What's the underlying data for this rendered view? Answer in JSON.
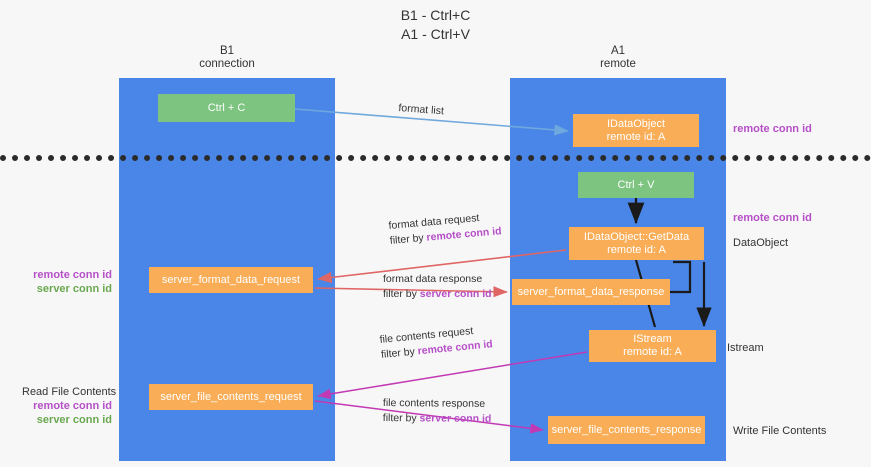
{
  "title": "B1 - Ctrl+C\nA1 - Ctrl+V",
  "title_line1": "B1 - Ctrl+C",
  "title_line2": "A1 - Ctrl+V",
  "lanes": [
    {
      "name": "b1",
      "line1": "B1",
      "line2": "connection"
    },
    {
      "name": "a1",
      "line1": "A1",
      "line2": "remote"
    }
  ],
  "nodes": {
    "ctrl_c": {
      "line1": "Ctrl + C",
      "line2": "",
      "color": "#7cc47f"
    },
    "idataobject": {
      "line1": "IDataObject",
      "line2": "remote id: A",
      "color": "#f9ad57"
    },
    "ctrl_v": {
      "line1": "Ctrl + V",
      "line2": "",
      "color": "#7cc47f"
    },
    "getdata": {
      "line1": "IDataObject::GetData",
      "line2": "remote id: A",
      "color": "#f9ad57"
    },
    "server_format_data_request": {
      "line1": "server_format_data_request",
      "line2": "",
      "color": "#f9ad57"
    },
    "server_format_data_response": {
      "line1": "server_format_data_response",
      "line2": "",
      "color": "#f9ad57"
    },
    "istream": {
      "line1": "IStream",
      "line2": "remote id: A",
      "color": "#f9ad57"
    },
    "server_file_contents_request": {
      "line1": "server_file_contents_request",
      "line2": "",
      "color": "#f9ad57"
    },
    "server_file_contents_response": {
      "line1": "server_file_contents_response",
      "line2": "",
      "color": "#f9ad57"
    }
  },
  "captions": {
    "format_list": {
      "line1": "format list",
      "line2": "",
      "key": ""
    },
    "format_data_request": {
      "line1": "format data request",
      "line2_prefix": "filter by ",
      "key": "remote conn id"
    },
    "format_data_response": {
      "line1": "format data response",
      "line2_prefix": "filter by ",
      "key": "server conn id"
    },
    "file_contents_request": {
      "line1": "file contents request",
      "line2_prefix": "filter by ",
      "key": "remote conn id"
    },
    "file_contents_response": {
      "line1": "file contents response",
      "line2_prefix": "filter by ",
      "key": "server conn id"
    }
  },
  "side_labels": {
    "remote_conn_id_top": "remote conn id",
    "remote_conn_id_mid": "remote conn id",
    "dataobject": "DataObject",
    "istream": "Istream",
    "write_file_contents": "Write File Contents",
    "read_file_contents": "Read File Contents",
    "left_remote_conn_id_1": "remote conn id",
    "left_server_conn_id_1": "server conn id",
    "left_remote_conn_id_2": "remote conn id",
    "left_server_conn_id_2": "server conn id"
  },
  "colors": {
    "lane": "#4a86e8",
    "green_node": "#7cc47f",
    "orange_node": "#f9ad57",
    "pink_key": "#b64fc8",
    "green_key": "#6aa84f",
    "arrow_blue": "#6fa8dc",
    "arrow_red": "#e06666",
    "arrow_magenta": "#c239b3",
    "arrow_dark": "#1a1a1a",
    "background": "#f7f7f7",
    "divider": "#2b2b2b"
  }
}
